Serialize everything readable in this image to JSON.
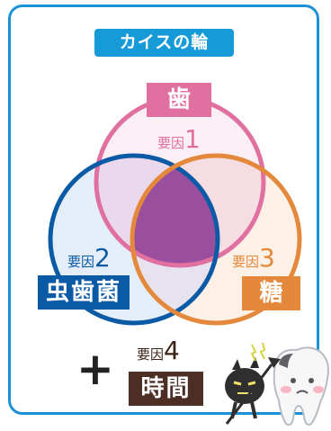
{
  "title": "カイスの輪",
  "circles": {
    "teeth": {
      "factor_prefix": "要因",
      "factor_num": "1",
      "label": "歯",
      "color": "#e070a0"
    },
    "bacteria": {
      "factor_prefix": "要因",
      "factor_num": "2",
      "label": "虫歯菌",
      "color": "#0b5aa6"
    },
    "sugar": {
      "factor_prefix": "要因",
      "factor_num": "3",
      "label": "糖",
      "color": "#e4893c"
    }
  },
  "extra": {
    "plus": "+",
    "factor_prefix": "要因",
    "factor_num": "4",
    "label": "時間",
    "color": "#4d2e24"
  },
  "colors": {
    "frame": "#1b92d6",
    "overlap": "#9a4f9e"
  },
  "illustration": {
    "left": "bacteria-devil-icon",
    "right": "sad-tooth-icon"
  }
}
